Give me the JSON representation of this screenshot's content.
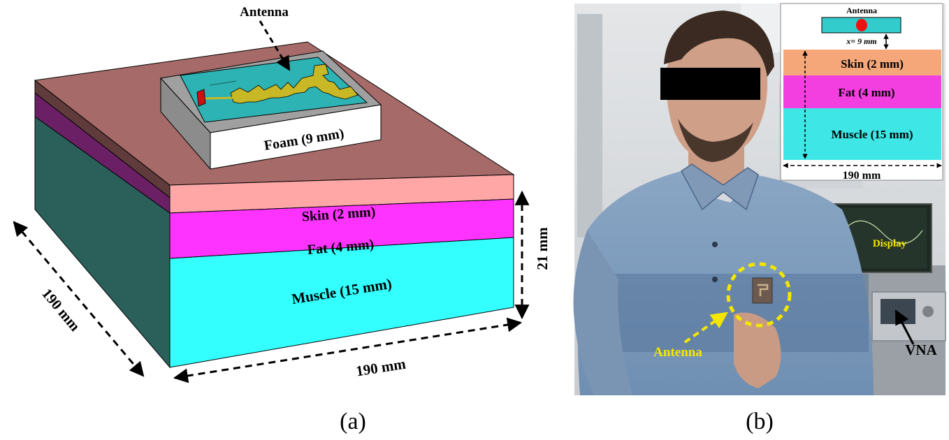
{
  "panel_a": {
    "caption": "(a)",
    "antenna_label": "Antenna",
    "foam_label": "Foam (9 mm)",
    "skin_label": "Skin (2 mm)",
    "fat_label": "Fat (4 mm)",
    "muscle_label": "Muscle (15 mm)",
    "depth_dimension": "190 mm",
    "width_dimension": "190 mm",
    "height_dimension": "21 mm",
    "colors": {
      "skin_top": "#a66a68",
      "skin_front": "#ffa7a7",
      "fat_front": "#ff33ff",
      "muscle_front": "#33ffff",
      "substrate": "#2db3b3",
      "patch": "#c8b826"
    }
  },
  "panel_b": {
    "caption": "(b)",
    "inset": {
      "antenna_label": "Antenna",
      "gap_label": "x= 9 mm",
      "skin_label": "Skin (2 mm)",
      "fat_label": "Fat (4 mm)",
      "muscle_label": "Muscle (15 mm)",
      "width_label": "190 mm"
    },
    "display_label": "Display",
    "antenna_label": "Antenna",
    "vna_label": "VNA"
  }
}
